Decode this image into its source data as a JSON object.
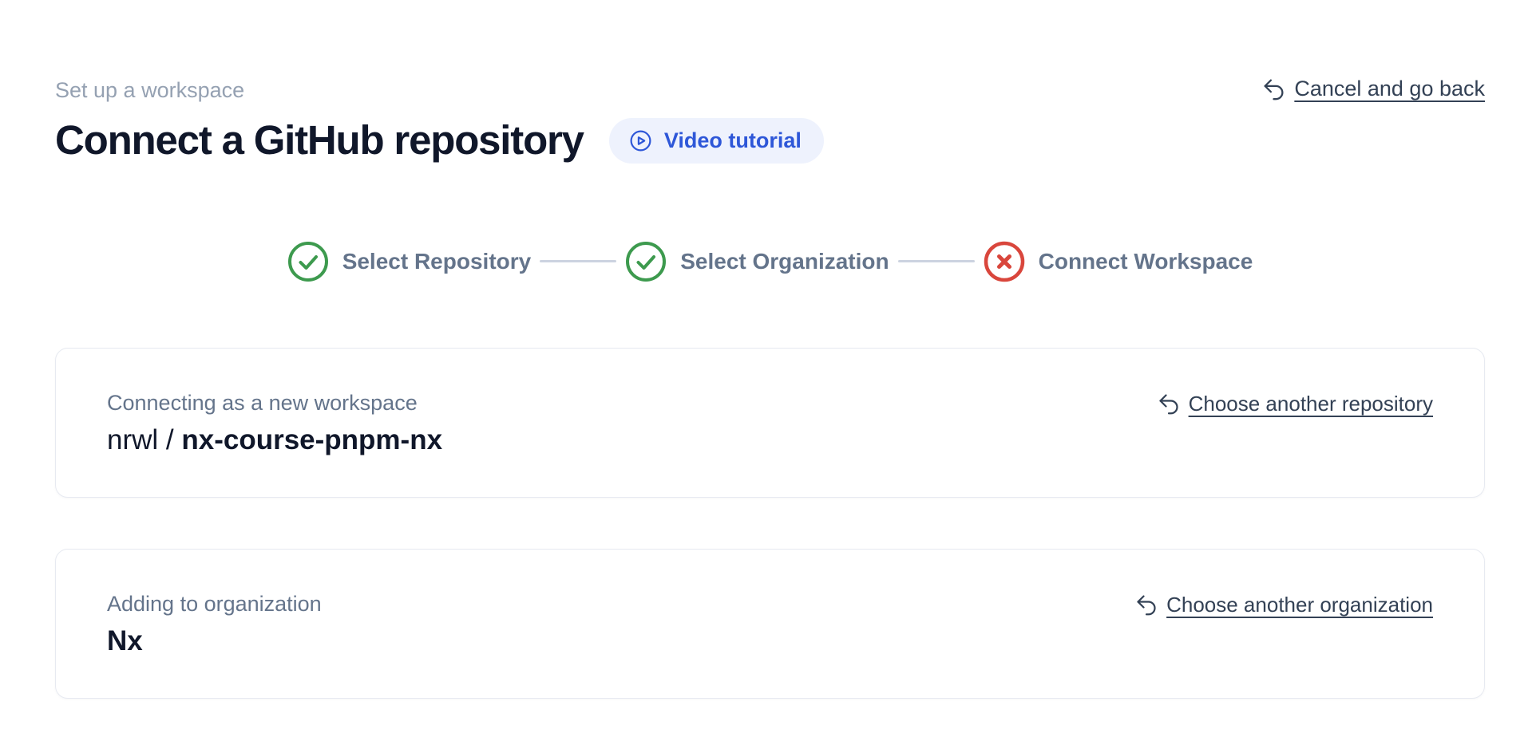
{
  "header": {
    "eyebrow": "Set up a workspace",
    "title": "Connect a GitHub repository",
    "video_button": {
      "label": "Video tutorial",
      "icon": "play-circle-icon"
    },
    "cancel_link": {
      "label": "Cancel and go back",
      "icon": "undo-arrow-icon"
    }
  },
  "stepper": {
    "steps": [
      {
        "label": "Select Repository",
        "status": "complete",
        "icon": "check-circle-icon"
      },
      {
        "label": "Select Organization",
        "status": "complete",
        "icon": "check-circle-icon"
      },
      {
        "label": "Connect Workspace",
        "status": "error",
        "icon": "x-circle-icon"
      }
    ]
  },
  "cards": [
    {
      "label": "Connecting as a new workspace",
      "value_prefix": "nrwl / ",
      "value_strong": "nx-course-pnpm-nx",
      "action_label": "Choose another repository",
      "action_icon": "undo-arrow-icon"
    },
    {
      "label": "Adding to organization",
      "value_prefix": "",
      "value_strong": "Nx",
      "action_label": "Choose another organization",
      "action_icon": "undo-arrow-icon"
    }
  ],
  "colors": {
    "success_green": "#3d9a4e",
    "error_red": "#d9463c",
    "accent_blue": "#2e57d8",
    "accent_blue_bg": "#eef2fd",
    "heading_text": "#10172a",
    "muted_text": "#64748b",
    "faint_text": "#95a1b2",
    "link_text": "#334155",
    "card_border": "#e7eaf1",
    "connector_line": "#ccd3e0"
  }
}
